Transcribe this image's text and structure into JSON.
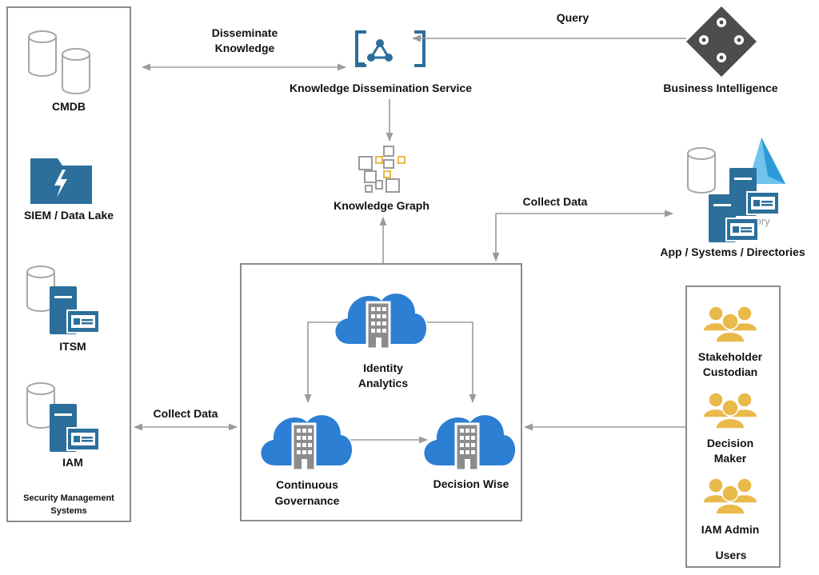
{
  "colors": {
    "blue": "#2b6f9a",
    "cloud": "#2d7fd3",
    "gray_line": "#9b9b9b",
    "gray_icon": "#a0a0a0",
    "gold": "#e9b949",
    "dark_diamond": "#4d4d4d"
  },
  "left_panel": {
    "items": [
      {
        "label": "CMDB",
        "icon": "database-icon"
      },
      {
        "label": "SIEM / Data Lake",
        "icon": "folder-lightning-icon"
      },
      {
        "label": "ITSM",
        "icon": "database-server-icon"
      },
      {
        "label": "IAM",
        "icon": "database-server-icon"
      }
    ],
    "caption_line1": "Security Management",
    "caption_line2": "Systems"
  },
  "top": {
    "disseminate_line1": "Disseminate",
    "disseminate_line2": "Knowledge",
    "kds_label": "Knowledge Dissemination Service",
    "query_label": "Query",
    "bi_label": "Business Intelligence",
    "kg_label": "Knowledge Graph"
  },
  "right_top": {
    "collect_label": "Collect Data",
    "apps_label": "App / Systems / Directories",
    "faded_text_1": "e",
    "faded_text_2": "irectory"
  },
  "center": {
    "identity_line1": "Identity",
    "identity_line2": "Analytics",
    "governance_line1": "Continuous",
    "governance_line2": "Governance",
    "decision_label": "Decision Wise"
  },
  "left_collect": "Collect Data",
  "users_panel": {
    "items": [
      {
        "line1": "Stakeholder",
        "line2": "Custodian",
        "icon": "user-group-icon"
      },
      {
        "line1": "Decision",
        "line2": "Maker",
        "icon": "user-group-icon"
      },
      {
        "line1": "IAM Admin",
        "line2": "",
        "icon": "user-group-icon"
      }
    ],
    "caption": "Users"
  }
}
